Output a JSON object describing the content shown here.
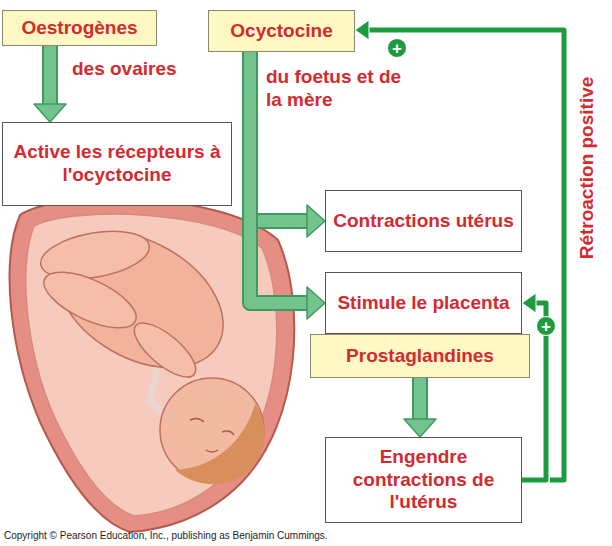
{
  "diagram": {
    "nodes": [
      {
        "text": [
          "Oestrogènes"
        ]
      },
      {
        "text": [
          "Ocyctocine"
        ]
      },
      {
        "text": [
          "Active les récepteurs à l'ocyctocine"
        ]
      },
      {
        "text": [
          "Contractions utérus"
        ]
      },
      {
        "text": [
          "Stimule le placenta"
        ]
      },
      {
        "text": [
          "Prostaglandines"
        ]
      },
      {
        "text": [
          "Engendre contractions de l'utérus"
        ]
      }
    ],
    "edges": [
      {
        "from": 0,
        "to": 2,
        "arrow": "to"
      },
      {
        "from": 1,
        "to": 3,
        "arrow": "to"
      },
      {
        "from": 1,
        "to": 4,
        "arrow": "to"
      },
      {
        "from": 5,
        "to": 6,
        "arrow": "to"
      },
      {
        "from": 6,
        "to": 1,
        "arrow": "to"
      },
      {
        "from": 6,
        "to": 4,
        "arrow": "to"
      }
    ],
    "labels": [
      "des ovaires",
      "du foetus et de la mère",
      "+",
      "+",
      "Rétroaction positive",
      "Copyright © Pearson Education, Inc., publishing as Benjamin Cummings."
    ]
  }
}
